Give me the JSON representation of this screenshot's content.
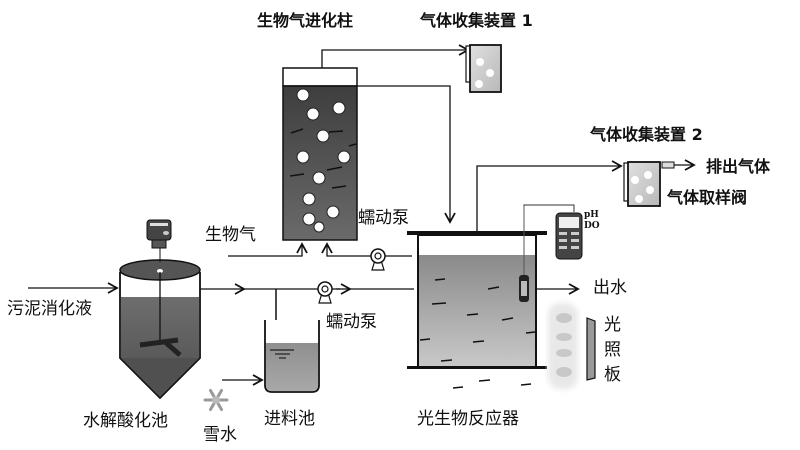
{
  "diagram": {
    "type": "process-flow",
    "labels": {
      "biogas_column": "生物气进化柱",
      "gas_collector_1": "气体收集装置 1",
      "gas_collector_2": "气体收集装置 2",
      "exhaust_gas": "排出气体",
      "gas_sampling_valve": "气体取样阀",
      "biogas": "生物气",
      "pump_top": "蠕动泵",
      "pump_bottom": "蠕动泵",
      "sludge_liquid": "污泥消化液",
      "hydrolysis_tank": "水解酸化池",
      "feed_tank": "进料池",
      "snow_water": "雪水",
      "photobioreactor": "光生物反应器",
      "effluent": "出水",
      "light_panel_1": "光",
      "light_panel_2": "照",
      "light_panel_3": "板",
      "meter_ph": "pH",
      "meter_do": "DO"
    },
    "icons": {
      "snowflake": "snowflake-icon",
      "pump": "peristaltic-pump-icon",
      "meter": "ph-do-meter-icon",
      "motor": "stirrer-motor-icon"
    },
    "colors": {
      "liquid_dark": "#4a4a4a",
      "liquid_mid": "#7a7a7a",
      "liquid_light": "#bdbdbd",
      "line": "#111111"
    }
  }
}
